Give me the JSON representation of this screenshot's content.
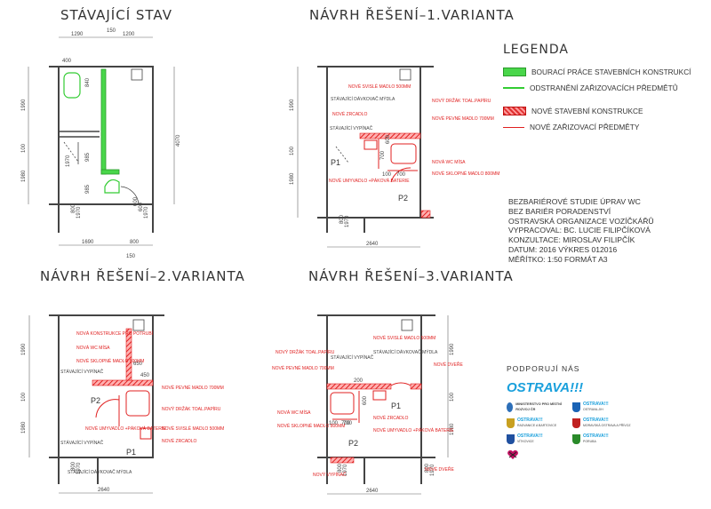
{
  "titles": {
    "existing": "STÁVAJÍCÍ STAV",
    "v1": "NÁVRH ŘEŠENÍ–1.VARIANTA",
    "v2": "NÁVRH ŘEŠENÍ–2.VARIANTA",
    "v3": "NÁVRH ŘEŠENÍ–3.VARIANTA"
  },
  "legend": {
    "title": "LEGENDA",
    "items": [
      {
        "label": "BOURACÍ PRÁCE STAVEBNÍCH KONSTRUKCÍ",
        "style": "fill-green"
      },
      {
        "label": "ODSTRANĚNÍ ZAŘIZOVACÍCH PŘEDMĚTŮ",
        "style": "line-green"
      },
      {
        "label": "NOVÉ STAVEBNÍ KONSTRUKCE",
        "style": "fill-red"
      },
      {
        "label": "NOVÉ ZAŘIZOVACÍ PŘEDMĚTY",
        "style": "line-red"
      }
    ]
  },
  "info": [
    "BEZBARIÉROVÉ STUDIE ÚPRAV WC",
    "BEZ BARIÉR PORADENSTVÍ",
    "OSTRAVSKÁ ORGANIZACE VOZÍČKÁŘŮ",
    "VYPRACOVAL: BC. LUCIE FILIPČÍKOVÁ",
    "KONZULTACE: MIROSLAV FILIPČÍK",
    "DATUM: 2016   VÝKRES 012016",
    "MĚŘÍTKO: 1:50 FORMÁT A3"
  ],
  "support": {
    "title": "PODPORUJÍ NÁS",
    "brand": "OSTRAVA!!!",
    "logos": [
      {
        "name": "MINISTERSTVO PRO MÍSTNÍ ROZVOJ ČR",
        "sub": "",
        "color": "#2d6fb8"
      },
      {
        "name": "OSTRAVA!!!",
        "sub": "OSTRAVA-JIH",
        "color": "#1a63b5"
      },
      {
        "name": "OSTRAVA!!!",
        "sub": "RADVANICE A BARTOVICE",
        "color": "#c8a020"
      },
      {
        "name": "OSTRAVA!!!",
        "sub": "MORAVSKÁ OSTRAVA A PŘÍVOZ",
        "color": "#c02020"
      },
      {
        "name": "OSTRAVA!!!",
        "sub": "VÍTKOVICE",
        "color": "#2050a0"
      },
      {
        "name": "OSTRAVA!!!",
        "sub": "PORUBA",
        "color": "#2a8a2a"
      },
      {
        "name": "",
        "sub": "",
        "color": "#c01060"
      }
    ]
  },
  "dims": {
    "existing": {
      "top": [
        "1290",
        "150",
        "1200"
      ],
      "left": [
        "1990",
        "100",
        "1980"
      ],
      "right": "4070",
      "bottom": [
        "1690",
        "800"
      ],
      "bottom2": "150",
      "inner": [
        "400",
        "840",
        "985",
        "985",
        "600",
        "1970",
        "800",
        "1970",
        "600",
        "1970"
      ]
    },
    "v1": {
      "width": "2640",
      "left": [
        "1990",
        "100",
        "1980"
      ],
      "inner": [
        "600",
        "700",
        "100",
        "700",
        "800",
        "1970"
      ]
    },
    "v2": {
      "width": "2640",
      "left": [
        "1990",
        "100",
        "1980"
      ],
      "inner": [
        "650",
        "450",
        "800",
        "1970"
      ]
    },
    "v3": {
      "width": "2640",
      "left": [
        "1990",
        "100",
        "1980"
      ],
      "inner": [
        "200",
        "600",
        "700",
        "100",
        "700",
        "800",
        "1970",
        "800",
        "1970"
      ]
    }
  },
  "labels": {
    "v1": [
      "NOVÉ SVISLÉ MADLO 500MM",
      "STÁVAJÍCÍ DÁVKOVAČ MÝDLA",
      "NOVÝ DRŽÁK TOAL.PAPÍRU",
      "NOVÉ ZRCADLO",
      "NOVÉ PEVNÉ MADLO 700MM",
      "STÁVAJÍCÍ VYPÍNAČ",
      "NOVÁ WC MÍSA",
      "NOVÉ SKLOPNÉ MADLO 800MM",
      "NOVÉ UMYVADLO +PÁKOVÁ BATERIE",
      "P1",
      "P2"
    ],
    "v2": [
      "NOVÁ KONSTRUKCE PRO POTRUBÍ",
      "NOVÁ WC MÍSA",
      "NOVÉ SKLOPNÉ MADLO 800MM",
      "STÁVAJÍCÍ VYPÍNAČ",
      "NOVÉ PEVNÉ MADLO 700MM",
      "NOVÝ DRŽÁK TOAL.PAPÍRU",
      "NOVÉ UMYVADLO +PÁKOVÁ BATERIE",
      "NOVÉ SVISLÉ MADLO 500MM",
      "NOVÉ ZRCADLO",
      "STÁVAJÍCÍ VYPÍNAČ",
      "STÁVAJÍCÍ DÁVKOVAČ MÝDLA",
      "P2",
      "P1"
    ],
    "v3": [
      "NOVÉ SVISLÉ MADLO 500MM",
      "STÁVAJÍCÍ DÁVKOVAČ MÝDLA",
      "NOVÝ DRŽÁK TOAL.PAPÍRU",
      "STÁVAJÍCÍ VYPÍNAČ",
      "NOVÉ DVEŘE",
      "NOVÉ PEVNÉ MADLO 700MM",
      "NOVÁ WC MÍSA",
      "NOVÉ SKLOPNÉ MADLO 800MM",
      "NOVÉ UMYVADLO +PÁKOVÁ BATERIE",
      "NOVÉ ZRCADLO",
      "NOVÝ VYPÍNAČ",
      "NOVÉ DVEŘE",
      "P1",
      "P2"
    ]
  },
  "colors": {
    "red": "#e02020",
    "green": "#33cc33",
    "line": "#444444",
    "dim": "#666666"
  }
}
